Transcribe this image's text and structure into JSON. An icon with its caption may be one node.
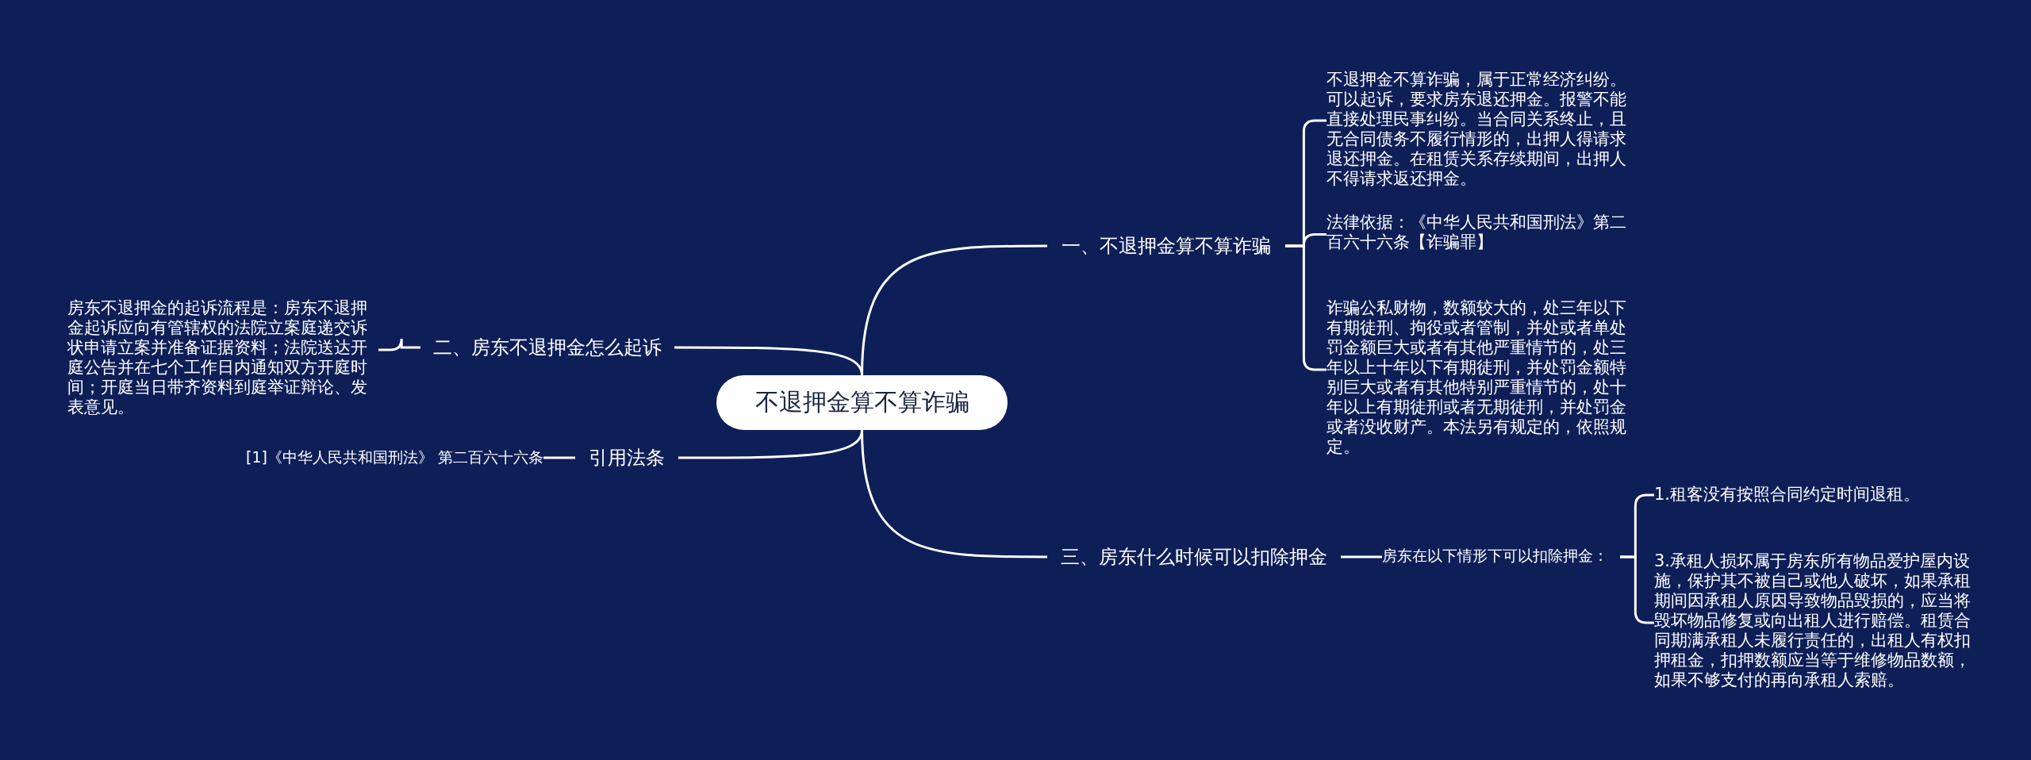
{
  "diagram": {
    "nodes": [
      {
        "text": [
          "不退押金算不算诈骗"
        ]
      },
      {
        "text": [
          "一、不退押金算不算诈骗"
        ]
      },
      {
        "text": [
          "不退押金不算诈骗，属于正常经济纠纷。可以起诉，要求房东退还押金。报警不能直接处理民事纠纷。当合同关系终止，且无合同债务不履行情形的，出押人得请求退还押金。在租赁关系存续期间，出押人不得请求返还押金。"
        ]
      },
      {
        "text": [
          "法律依据：《中华人民共和国刑法》第二百六十六条【诈骗罪】"
        ]
      },
      {
        "text": [
          "诈骗公私财物，数额较大的，处三年以下有期徒刑、拘役或者管制，并处或者单处罚金额巨大或者有其他严重情节的，处三年以上十年以下有期徒刑，并处罚金额特别巨大或者有其他特别严重情节的，处十年以上有期徒刑或者无期徒刑，并处罚金或者没收财产。本法另有规定的，依照规定。"
        ]
      },
      {
        "text": [
          "二、房东不退押金怎么起诉"
        ]
      },
      {
        "text": [
          "房东不退押金的起诉流程是：房东不退押金起诉应向有管辖权的法院立案庭递交诉状申请立案并准备证据资料；法院送达开庭公告并在七个工作日内通知双方开庭时间；开庭当日带齐资料到庭举证辩论、发表意见。"
        ]
      },
      {
        "text": [
          "引用法条"
        ]
      },
      {
        "text": [
          "[1]《中华人民共和国刑法》 第二百六十六条"
        ]
      },
      {
        "text": [
          "三、房东什么时候可以扣除押金"
        ]
      },
      {
        "text": [
          "房东在以下情形下可以扣除押金："
        ]
      },
      {
        "text": [
          "1.租客没有按照合同约定时间退租。"
        ]
      },
      {
        "text": [
          "3.承租人损坏属于房东所有物品爱护屋内设施，保护其不被自己或他人破坏，如果承租期间因承租人原因导致物品毁损的，应当将毁坏物品修复或向出租人进行赔偿。租赁合同期满承租人未履行责任的，出租人有权扣押租金，扣押数额应当等于维修物品数额，如果不够支付的再向承租人索赔。"
        ]
      }
    ],
    "edges": [
      {
        "from": 0,
        "to": 1,
        "arrow": "none"
      },
      {
        "from": 1,
        "to": 2,
        "arrow": "none"
      },
      {
        "from": 1,
        "to": 3,
        "arrow": "none"
      },
      {
        "from": 1,
        "to": 4,
        "arrow": "none"
      },
      {
        "from": 0,
        "to": 5,
        "arrow": "none"
      },
      {
        "from": 5,
        "to": 6,
        "arrow": "none"
      },
      {
        "from": 0,
        "to": 7,
        "arrow": "none"
      },
      {
        "from": 7,
        "to": 8,
        "arrow": "none"
      },
      {
        "from": 0,
        "to": 9,
        "arrow": "none"
      },
      {
        "from": 9,
        "to": 10,
        "arrow": "none"
      },
      {
        "from": 10,
        "to": 11,
        "arrow": "none"
      },
      {
        "from": 10,
        "to": 12,
        "arrow": "none"
      }
    ]
  }
}
